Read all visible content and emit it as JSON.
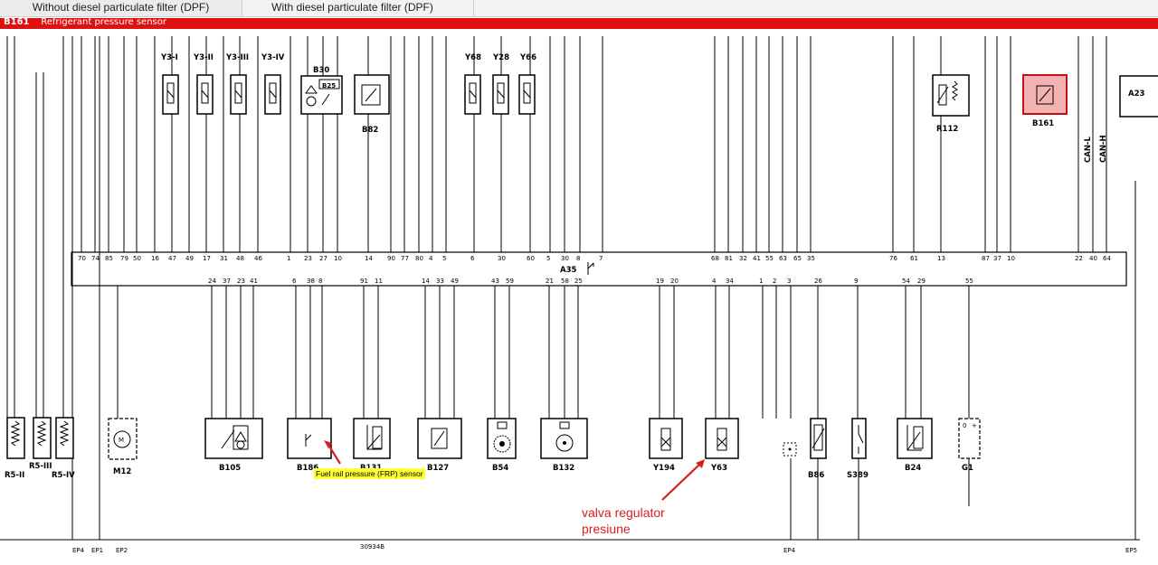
{
  "tabs": [
    "Without diesel particulate filter (DPF)",
    "With diesel particulate filter (DPF)"
  ],
  "header": {
    "label": "B161",
    "title": "Refrigerant pressure sensor"
  },
  "components_top": [
    "Y3-I",
    "Y3-II",
    "Y3-III",
    "Y3-IV",
    "B30",
    "B25",
    "B82",
    "Y68",
    "Y28",
    "Y66",
    "R112",
    "B161",
    "A23"
  ],
  "components_bottom": [
    "R5-II",
    "R5-III",
    "R5-IV",
    "M12",
    "B105",
    "B186",
    "B131",
    "B127",
    "B54",
    "B132",
    "Y194",
    "Y63",
    "B86",
    "S389",
    "B24",
    "G1"
  ],
  "module": "A35",
  "module_pins_top": [
    "70",
    "74",
    "85",
    "79",
    "50",
    "16",
    "47",
    "49",
    "17",
    "31",
    "48",
    "46",
    "1",
    "23",
    "27",
    "10",
    "14",
    "90",
    "77",
    "80",
    "4",
    "5",
    "6",
    "30",
    "60",
    "5",
    "30",
    "8",
    "7",
    "68",
    "81",
    "32",
    "41",
    "55",
    "63",
    "65",
    "35",
    "76",
    "61",
    "13",
    "87",
    "37",
    "10",
    "22",
    "40",
    "64"
  ],
  "module_pins_bottom": [
    "24",
    "37",
    "23",
    "41",
    "6",
    "38",
    "8",
    "91",
    "11",
    "14",
    "33",
    "49",
    "43",
    "59",
    "21",
    "58",
    "25",
    "19",
    "20",
    "4",
    "34",
    "1",
    "2",
    "3",
    "26",
    "9",
    "54",
    "29",
    "55"
  ],
  "bus": [
    "CAN-L",
    "CAN-H"
  ],
  "grounds": [
    "EP4",
    "EP1",
    "EP2",
    "EP4",
    "EP5"
  ],
  "doc_number": "30934B",
  "annotations": {
    "frp": "Fuel rail pressure (FRP) sensor",
    "valve": "valva regulator presiune"
  }
}
